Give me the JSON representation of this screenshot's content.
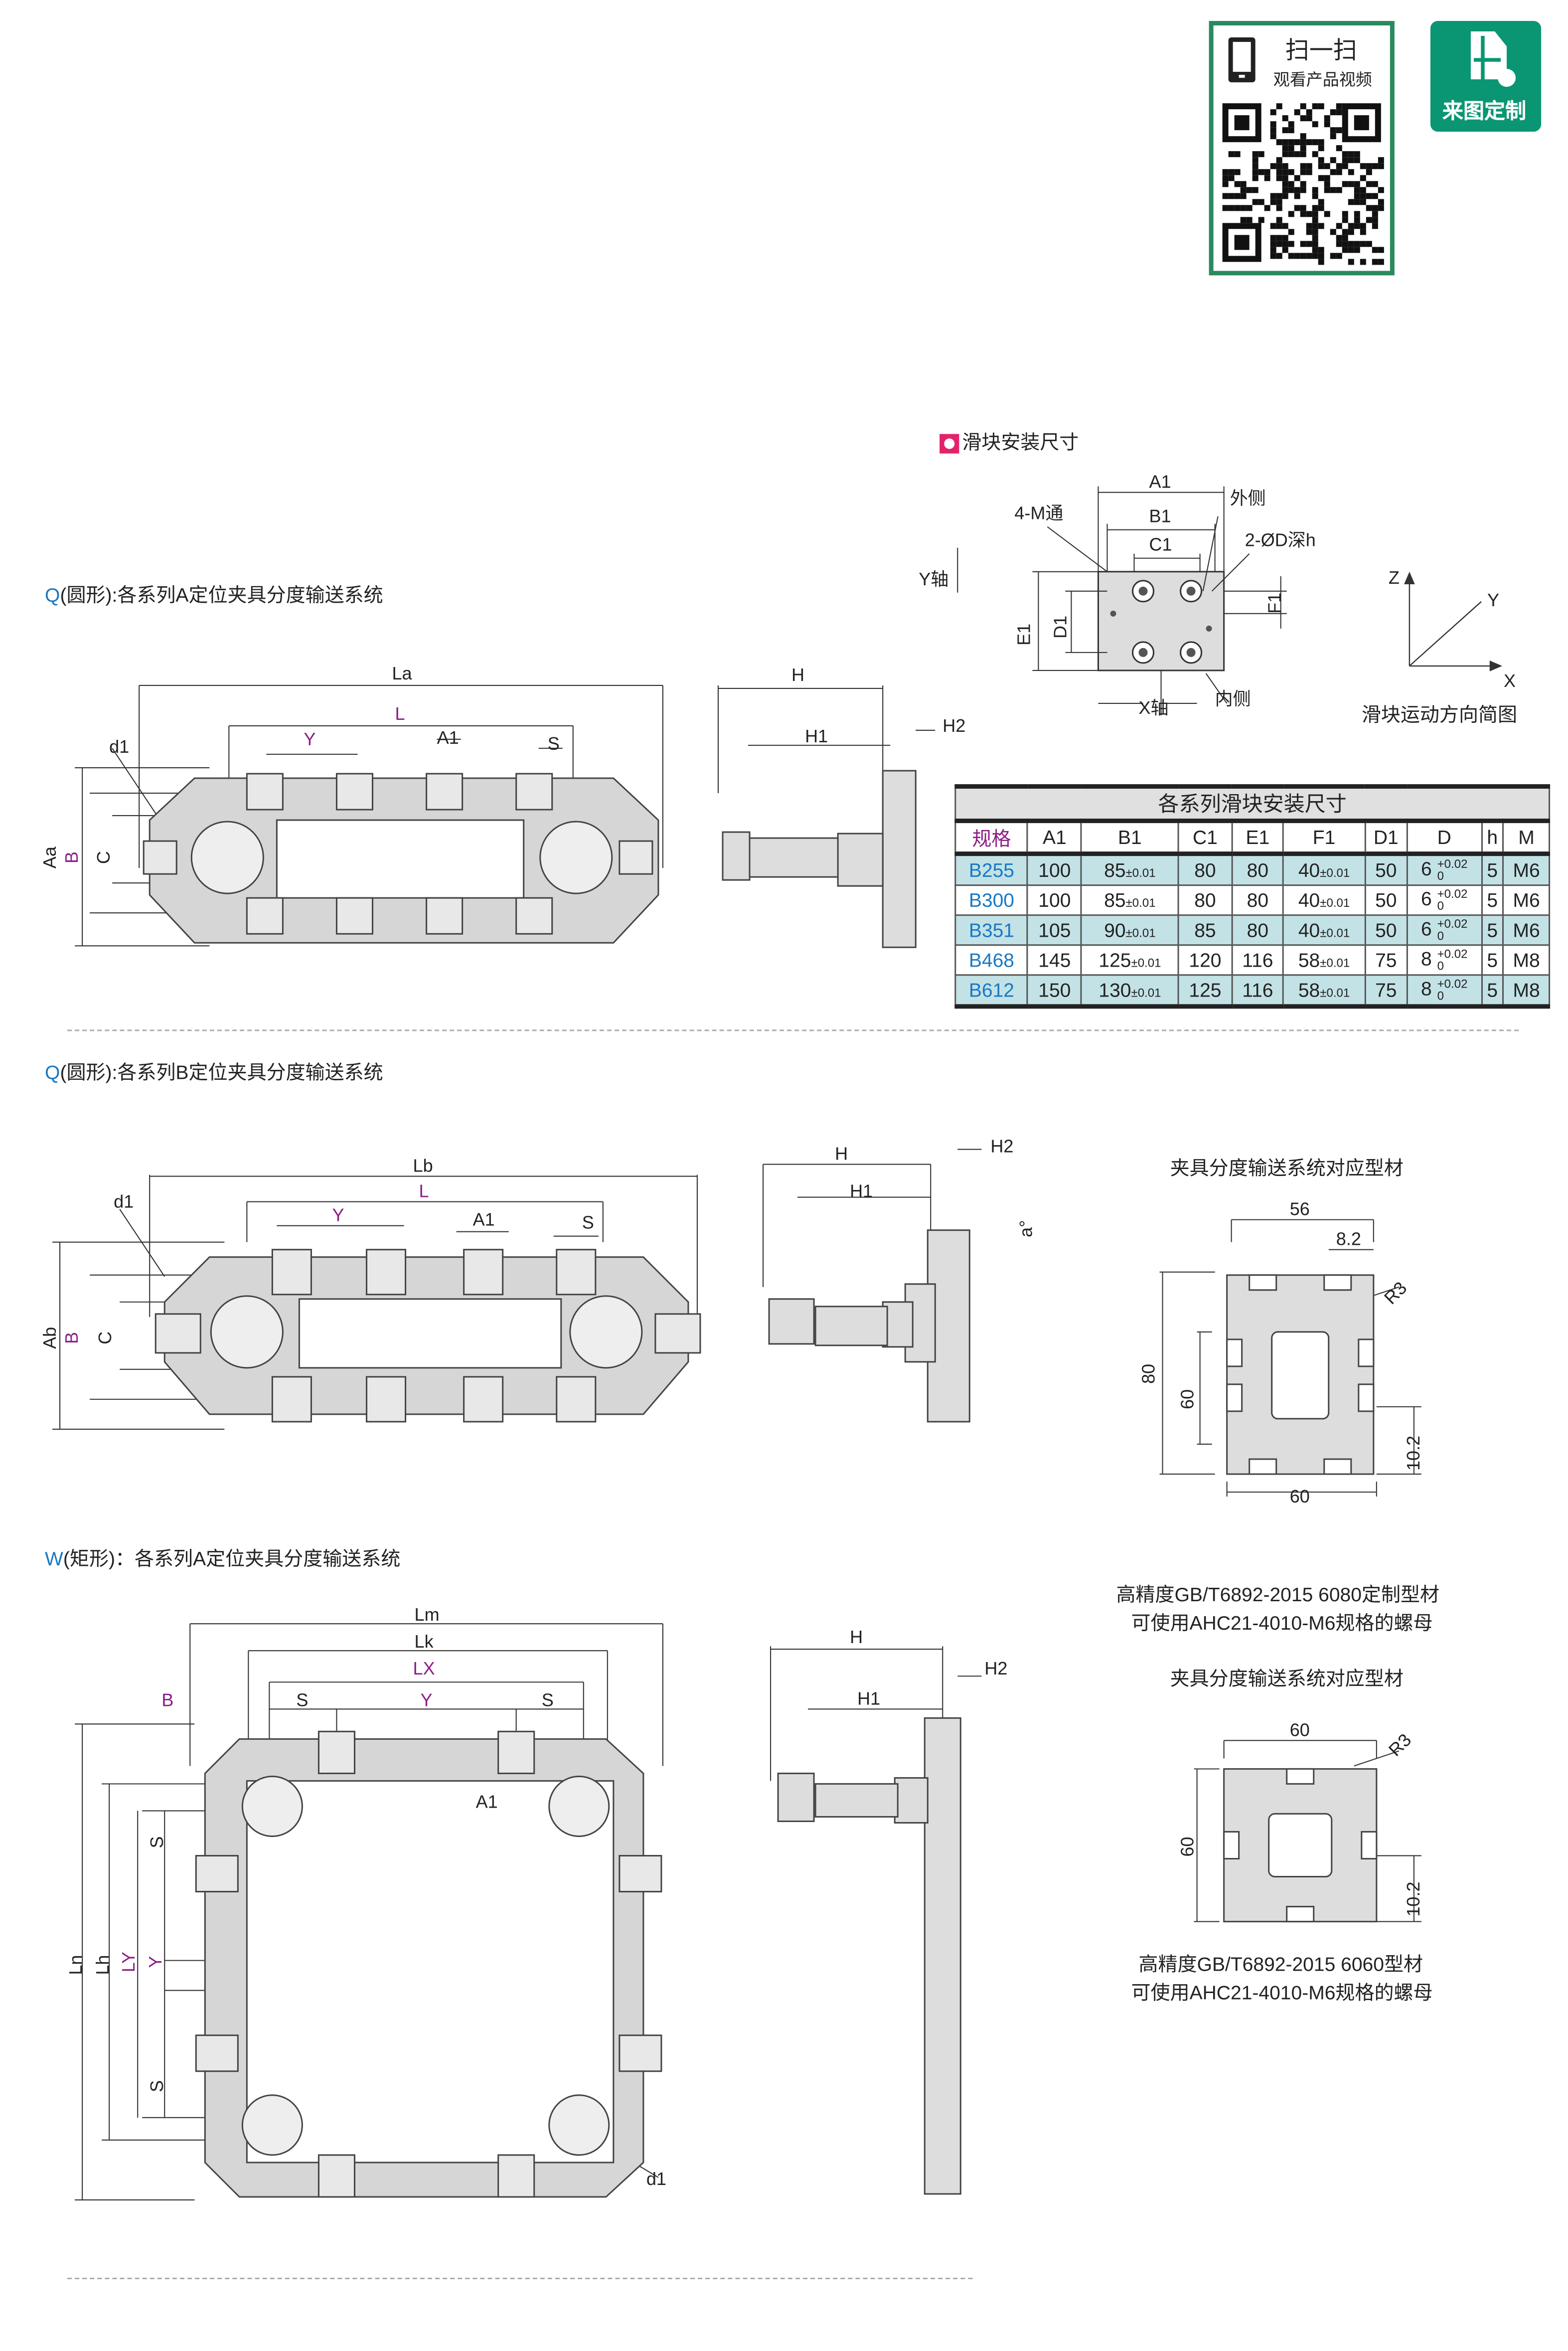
{
  "qr": {
    "title": "扫一扫",
    "subtitle": "观看产品视频"
  },
  "custom_badge": {
    "label": "来图定制"
  },
  "slider": {
    "title": "滑块安装尺寸",
    "labels": {
      "a1": "A1",
      "b1": "B1",
      "c1": "C1",
      "m": "4-M通",
      "outer": "外侧",
      "hole": "2-ØD深h",
      "yaxis": "Y轴",
      "e1": "E1",
      "d1": "D1",
      "f1": "F1",
      "xaxis": "X轴",
      "inner": "内侧"
    },
    "direction": {
      "z": "Z",
      "y": "Y",
      "x": "X",
      "caption": "滑块运动方向简图"
    }
  },
  "table": {
    "title": "各系列滑块安装尺寸",
    "headers": [
      "规格",
      "A1",
      "B1",
      "C1",
      "E1",
      "F1",
      "D1",
      "D",
      "h",
      "M"
    ],
    "rows": [
      {
        "spec": "B255",
        "a1": "100",
        "b1": "85",
        "b1_tol": "±0.01",
        "c1": "80",
        "e1": "80",
        "f1": "40",
        "f1_tol": "±0.01",
        "d1": "50",
        "d": "6",
        "d_up": "+0.02",
        "d_lo": "0",
        "h": "5",
        "m": "M6"
      },
      {
        "spec": "B300",
        "a1": "100",
        "b1": "85",
        "b1_tol": "±0.01",
        "c1": "80",
        "e1": "80",
        "f1": "40",
        "f1_tol": "±0.01",
        "d1": "50",
        "d": "6",
        "d_up": "+0.02",
        "d_lo": "0",
        "h": "5",
        "m": "M6"
      },
      {
        "spec": "B351",
        "a1": "105",
        "b1": "90",
        "b1_tol": "±0.01",
        "c1": "85",
        "e1": "80",
        "f1": "40",
        "f1_tol": "±0.01",
        "d1": "50",
        "d": "6",
        "d_up": "+0.02",
        "d_lo": "0",
        "h": "5",
        "m": "M6"
      },
      {
        "spec": "B468",
        "a1": "145",
        "b1": "125",
        "b1_tol": "±0.01",
        "c1": "120",
        "e1": "116",
        "f1": "58",
        "f1_tol": "±0.01",
        "d1": "75",
        "d": "8",
        "d_up": "+0.02",
        "d_lo": "0",
        "h": "5",
        "m": "M8"
      },
      {
        "spec": "B612",
        "a1": "150",
        "b1": "130",
        "b1_tol": "±0.01",
        "c1": "125",
        "e1": "116",
        "f1": "58",
        "f1_tol": "±0.01",
        "d1": "75",
        "d": "8",
        "d_up": "+0.02",
        "d_lo": "0",
        "h": "5",
        "m": "M8"
      }
    ]
  },
  "section1": {
    "prefix": "Q",
    "title": "(圆形):各系列A定位夹具分度输送系统",
    "labels": {
      "la": "La",
      "l": "L",
      "y": "Y",
      "a1": "A1",
      "s": "S",
      "d1": "d1",
      "aa": "Aa",
      "b": "B",
      "c": "C",
      "h": "H",
      "h1": "H1",
      "h2": "H2"
    }
  },
  "section2": {
    "prefix": "Q",
    "title": "(圆形):各系列B定位夹具分度输送系统",
    "labels": {
      "lb": "Lb",
      "l": "L",
      "y": "Y",
      "a1": "A1",
      "s": "S",
      "d1": "d1",
      "ab": "Ab",
      "b": "B",
      "c": "C",
      "h": "H",
      "h1": "H1",
      "h2": "H2",
      "a": "a°"
    }
  },
  "section3": {
    "prefix": "W",
    "title": "(矩形)：各系列A定位夹具分度输送系统",
    "labels": {
      "lm": "Lm",
      "lk": "Lk",
      "lx": "LX",
      "b": "B",
      "s1": "S",
      "y": "Y",
      "s2": "S",
      "a1": "A1",
      "ln": "Ln",
      "lh": "Lh",
      "ly": "LY",
      "y2": "Y",
      "s3": "S",
      "s4": "S",
      "d1": "d1",
      "h": "H",
      "h1": "H1",
      "h2": "H2"
    }
  },
  "profile1": {
    "title": "夹具分度输送系统对应型材",
    "dims": {
      "w_top": "56",
      "slot": "8.2",
      "r": "R3",
      "h_outer": "80",
      "h_inner": "60",
      "w_bottom": "60",
      "depth": "10.2"
    },
    "line1": "高精度GB/T6892-2015 6080定制型材",
    "line2": "可使用AHC21-4010-M6规格的螺母"
  },
  "profile2": {
    "title": "夹具分度输送系统对应型材",
    "dims": {
      "w_top": "60",
      "r": "R3",
      "h": "60",
      "depth": "10.2"
    },
    "line1": "高精度GB/T6892-2015 6060型材",
    "line2": "可使用AHC21-4010-M6规格的螺母"
  }
}
